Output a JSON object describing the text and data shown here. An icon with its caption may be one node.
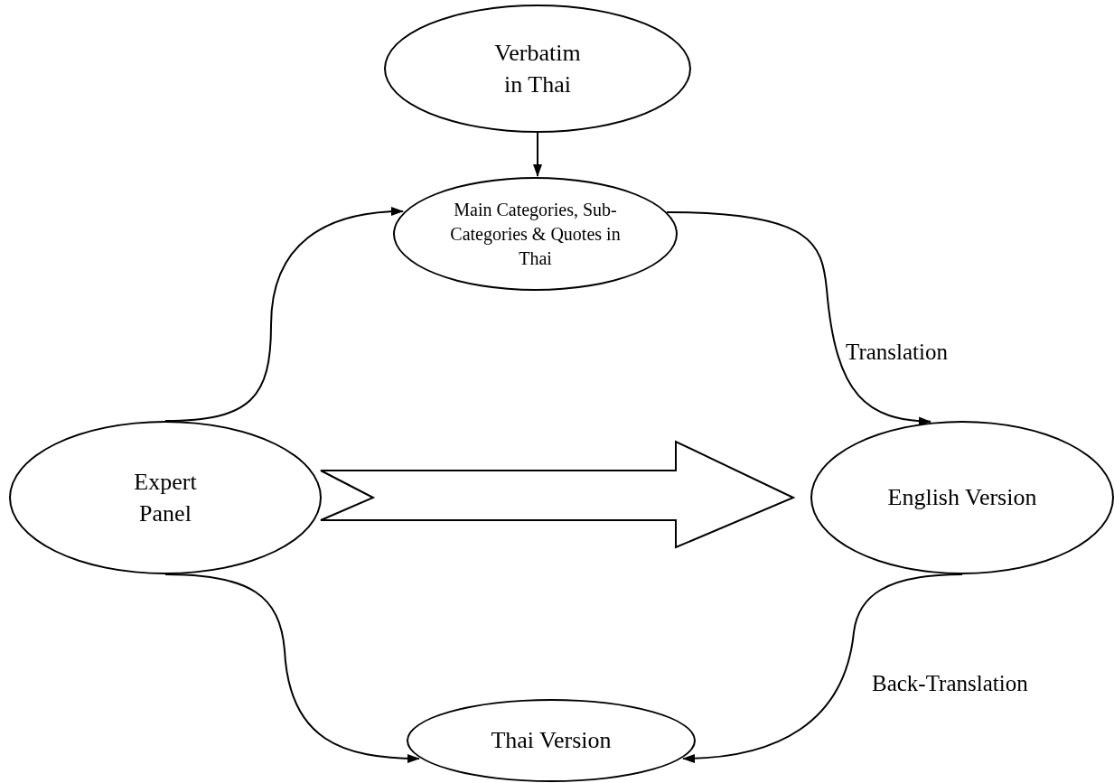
{
  "diagram": {
    "nodes": [
      {
        "text": [
          "Verbatim in Thai"
        ]
      },
      {
        "text": [
          "Main Categories, Sub-Categories & Quotes in Thai"
        ]
      },
      {
        "text": [
          "Expert Panel"
        ]
      },
      {
        "text": [
          "English Version"
        ]
      },
      {
        "text": [
          "Thai Version"
        ]
      }
    ],
    "edges": [
      {
        "from": 0,
        "to": 1,
        "arrow": "to"
      },
      {
        "from": 2,
        "to": 1,
        "arrow": "to"
      },
      {
        "from": 1,
        "to": 3,
        "arrow": "to",
        "label": "Translation"
      },
      {
        "from": 2,
        "to": 4,
        "arrow": "to"
      },
      {
        "from": 3,
        "to": 4,
        "arrow": "to",
        "label": "Back-Translation"
      },
      {
        "from": 2,
        "to": 3,
        "arrow": "to",
        "style": "thick"
      }
    ]
  }
}
